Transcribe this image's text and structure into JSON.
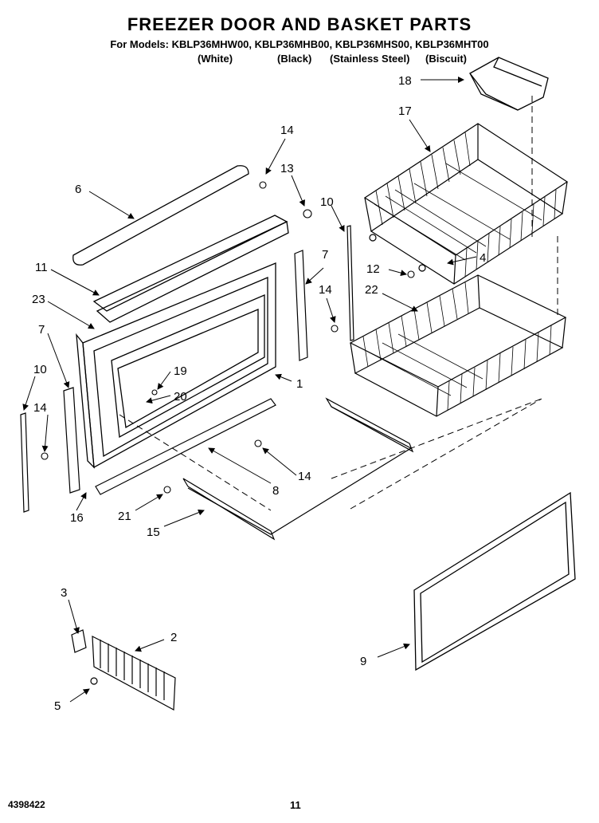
{
  "header": {
    "title": "FREEZER DOOR AND BASKET PARTS",
    "models_line": "For Models: KBLP36MHW00, KBLP36MHB00, KBLP36MHS00, KBLP36MHT00",
    "finishes": [
      "(White)",
      "(Black)",
      "(Stainless Steel)",
      "(Biscuit)"
    ]
  },
  "callouts": {
    "c1": "1",
    "c2": "2",
    "c3": "3",
    "c4": "4",
    "c5": "5",
    "c6": "6",
    "c7a": "7",
    "c7b": "7",
    "c8": "8",
    "c9": "9",
    "c10a": "10",
    "c10b": "10",
    "c11": "11",
    "c12": "12",
    "c13": "13",
    "c14a": "14",
    "c14b": "14",
    "c14c": "14",
    "c14d": "14",
    "c15": "15",
    "c16": "16",
    "c17": "17",
    "c18": "18",
    "c19": "19",
    "c20": "20",
    "c21": "21",
    "c22": "22",
    "c23": "23"
  },
  "footer": {
    "doc_number": "4398422",
    "page_number": "11"
  }
}
